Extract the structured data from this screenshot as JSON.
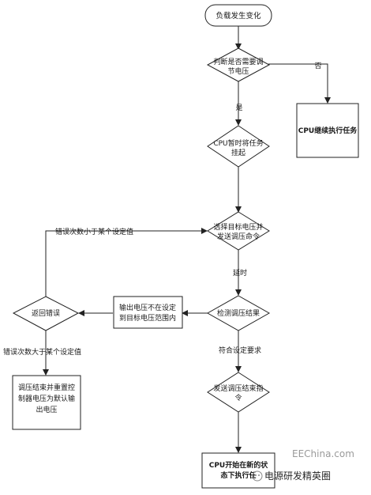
{
  "nodes": {
    "start": "负载发生变化",
    "decision1": [
      "判断是否需要调",
      "节电压"
    ],
    "cpu_continue": "CPU继续执行任务",
    "cpu_suspend": [
      "CPU暂时将任务",
      "挂起"
    ],
    "select_voltage": [
      "选择目标电压并",
      "发送调压命令"
    ],
    "detect_result": "检测调压结果",
    "output_out_of_range": [
      "输出电压不在设定",
      "到目标电压范围内"
    ],
    "return_error": "返回错误",
    "reset_voltage": [
      "调压结束并重置控",
      "制器电压为默认输",
      "出电压"
    ],
    "send_done": [
      "发送调压结束指",
      "令"
    ],
    "cpu_new_state": [
      "CPU开始在新的状",
      "态下执行任"
    ]
  },
  "edge_labels": {
    "no": "否",
    "yes": "是",
    "delay": "延时",
    "meets": "符合设定要求",
    "errors_less": "错误次数小于某个设定值",
    "errors_more": "错误次数大于某个设定值"
  },
  "watermark": {
    "site": "EEChina.com",
    "channel": "电源研发精英圈"
  }
}
